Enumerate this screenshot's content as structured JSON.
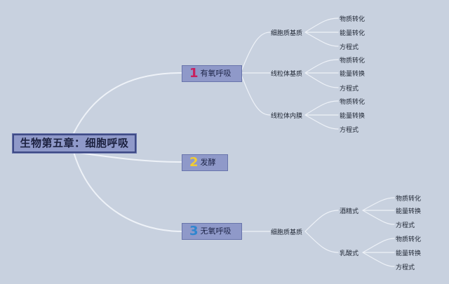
{
  "root": {
    "label": "生物第五章：细胞呼吸"
  },
  "branches": [
    {
      "number": "1",
      "label": "有氧呼吸",
      "number_color": "#c8205e"
    },
    {
      "number": "2",
      "label": "发酵",
      "number_color": "#f0cc33"
    },
    {
      "number": "3",
      "label": "无氧呼吸",
      "number_color": "#2f86cf"
    }
  ],
  "aerobic": [
    {
      "label": "细胞质基质",
      "leaves": [
        "物质转化",
        "能量转化",
        "方程式"
      ]
    },
    {
      "label": "线粒体基质",
      "leaves": [
        "物质转化",
        "能量转换",
        "方程式"
      ]
    },
    {
      "label": "线粒体内膜",
      "leaves": [
        "物质转化",
        "能量转换",
        "方程式"
      ]
    }
  ],
  "anaerobic": {
    "label": "细胞质基质",
    "children": [
      {
        "label": "酒精式",
        "leaves": [
          "物质转化",
          "能量转换",
          "方程式"
        ]
      },
      {
        "label": "乳酸式",
        "leaves": [
          "物质转化",
          "能量转换",
          "方程式"
        ]
      }
    ]
  },
  "colors": {
    "background": "#c8d1df",
    "node_fill": "#8f99c9",
    "node_border": "#6874ab",
    "connector": "#eef2f8"
  }
}
